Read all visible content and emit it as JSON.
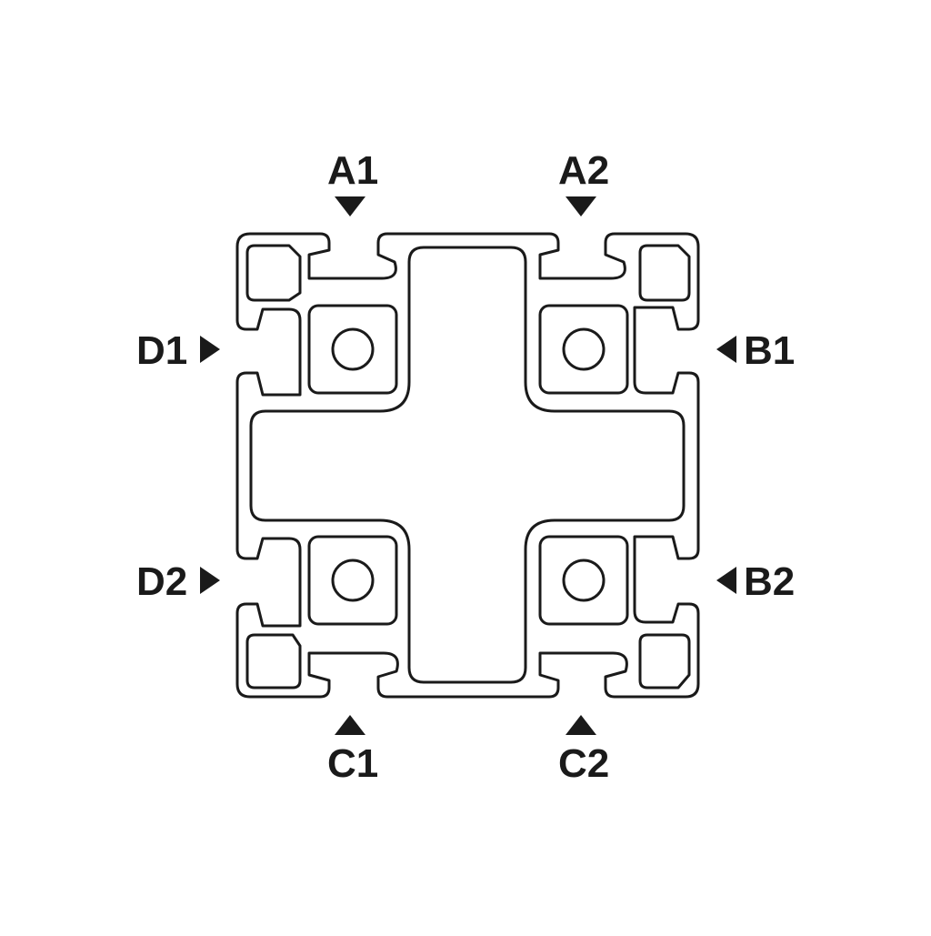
{
  "diagram": {
    "slots": {
      "a1": "A1",
      "a2": "A2",
      "b1": "B1",
      "b2": "B2",
      "c1": "C1",
      "c2": "C2",
      "d1": "D1",
      "d2": "D2"
    },
    "colors": {
      "line": "#1a1a1a",
      "background": "#ffffff"
    }
  }
}
